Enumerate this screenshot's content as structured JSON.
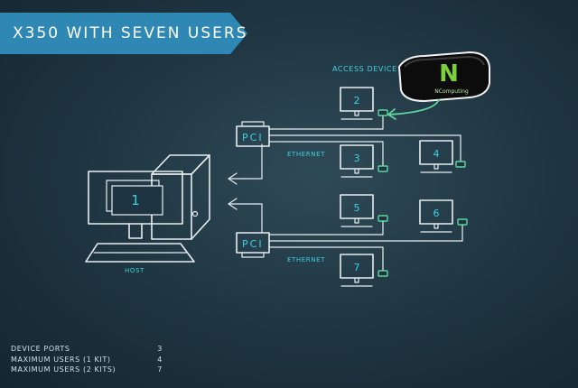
{
  "title": "X350 WITH SEVEN USERS",
  "labels": {
    "access_device": "ACCESS DEVICE",
    "host": "HOST",
    "ethernet_top": "ETHERNET",
    "ethernet_bottom": "ETHERNET",
    "pci_top": "PCI",
    "pci_bottom": "PCI",
    "device_logo": "NComputing",
    "device_mark": "N"
  },
  "users": {
    "u1": "1",
    "u2": "2",
    "u3": "3",
    "u4": "4",
    "u5": "5",
    "u6": "6",
    "u7": "7"
  },
  "specs": [
    {
      "label": "DEVICE PORTS",
      "value": "3"
    },
    {
      "label": "MAXIMUM USERS (1 KIT)",
      "value": "4"
    },
    {
      "label": "MAXIMUM USERS (2 KITS)",
      "value": "7"
    }
  ],
  "colors": {
    "banner": "#2f87b4",
    "label_teal": "#3fd0e2",
    "port_green": "#5fd4a0",
    "chalk": "#e7eef2",
    "background": "#1e3440"
  }
}
